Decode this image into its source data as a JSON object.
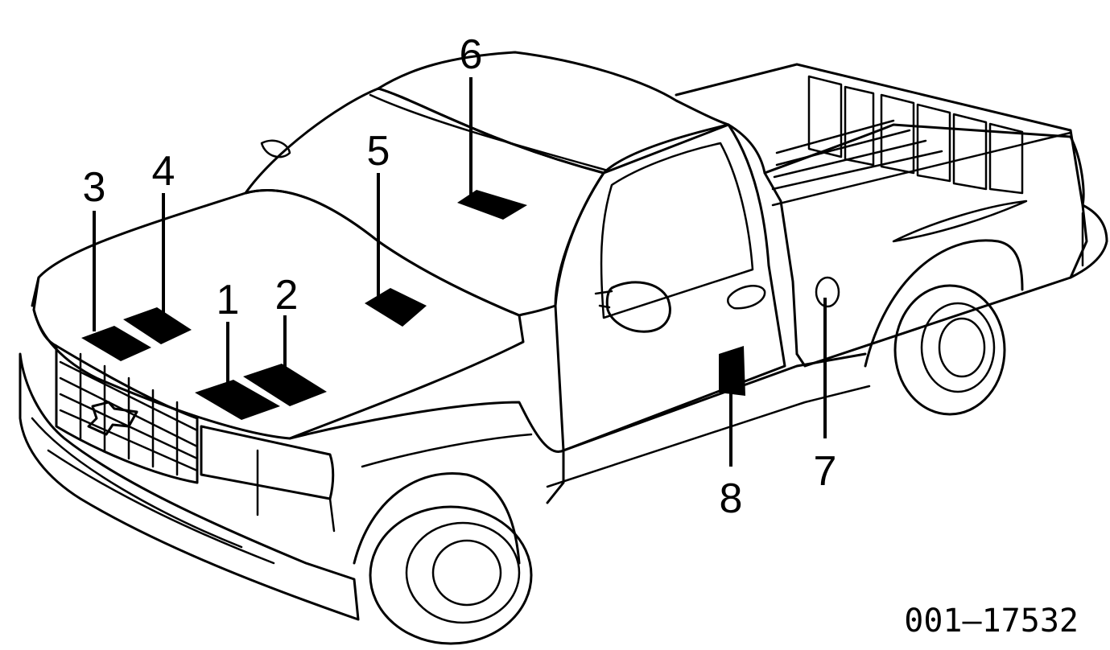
{
  "diagram": {
    "figure_id": "001–17532",
    "callouts": [
      {
        "id": "1",
        "label": "1"
      },
      {
        "id": "2",
        "label": "2"
      },
      {
        "id": "3",
        "label": "3"
      },
      {
        "id": "4",
        "label": "4"
      },
      {
        "id": "5",
        "label": "5"
      },
      {
        "id": "6",
        "label": "6"
      },
      {
        "id": "7",
        "label": "7"
      },
      {
        "id": "8",
        "label": "8"
      }
    ]
  }
}
